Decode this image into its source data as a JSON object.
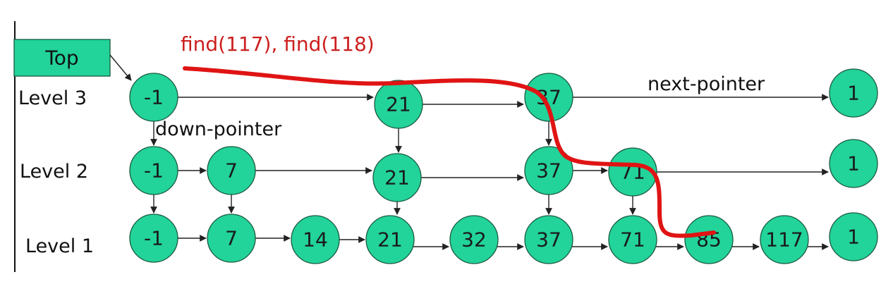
{
  "diagram": {
    "title": "Skip list search",
    "query_label": "find(117), find(118)",
    "top_label": "Top",
    "next_pointer_label": "next-pointer",
    "down_pointer_label": "down-pointer",
    "levels": [
      {
        "label": "Level 3",
        "nodes": [
          "-1",
          "21",
          "37",
          "1"
        ]
      },
      {
        "label": "Level 2",
        "nodes": [
          "-1",
          "7",
          "21",
          "37",
          "71",
          "1"
        ]
      },
      {
        "label": "Level 1",
        "nodes": [
          "-1",
          "7",
          "14",
          "21",
          "32",
          "37",
          "71",
          "85",
          "117",
          "1"
        ]
      }
    ],
    "colors": {
      "node_fill": "#22d39a",
      "node_stroke": "#1a5a3e",
      "search_path": "#e01414",
      "query_text": "#cc1f1f"
    }
  }
}
